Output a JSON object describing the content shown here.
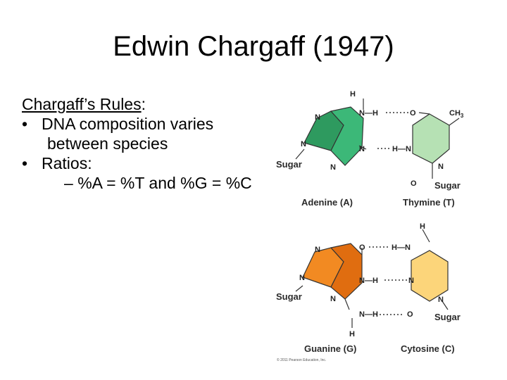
{
  "slide": {
    "title": "Edwin Chargaff (1947)",
    "heading": "Chargaff’s Rules",
    "heading_suffix": ":",
    "bullets": [
      {
        "symbol": "•",
        "line1": "DNA composition varies",
        "line2": "between species"
      },
      {
        "symbol": "•",
        "line1": "Ratios:"
      }
    ],
    "subbullet": {
      "symbol": "–",
      "text": "%A = %T and %G = %C"
    }
  },
  "figure": {
    "colors": {
      "adenine": "#3cb878",
      "adenine_dark": "#2e9a5f",
      "thymine": "#b6e1b4",
      "guanine": "#f28a22",
      "guanine_dark": "#e06d10",
      "cytosine": "#fcd57a",
      "bonds": "#333333"
    },
    "labels": {
      "adenine": "Adenine (A)",
      "thymine": "Thymine (T)",
      "guanine": "Guanine (G)",
      "cytosine": "Cytosine (C)"
    },
    "sugar": "Sugar",
    "atoms": {
      "H": "H",
      "N": "N",
      "O": "O",
      "CH3": "CH",
      "CH3_sub": "3",
      "NH": "N—H",
      "HN": "H—N"
    },
    "copyright": "© 2011 Pearson Education, Inc."
  }
}
